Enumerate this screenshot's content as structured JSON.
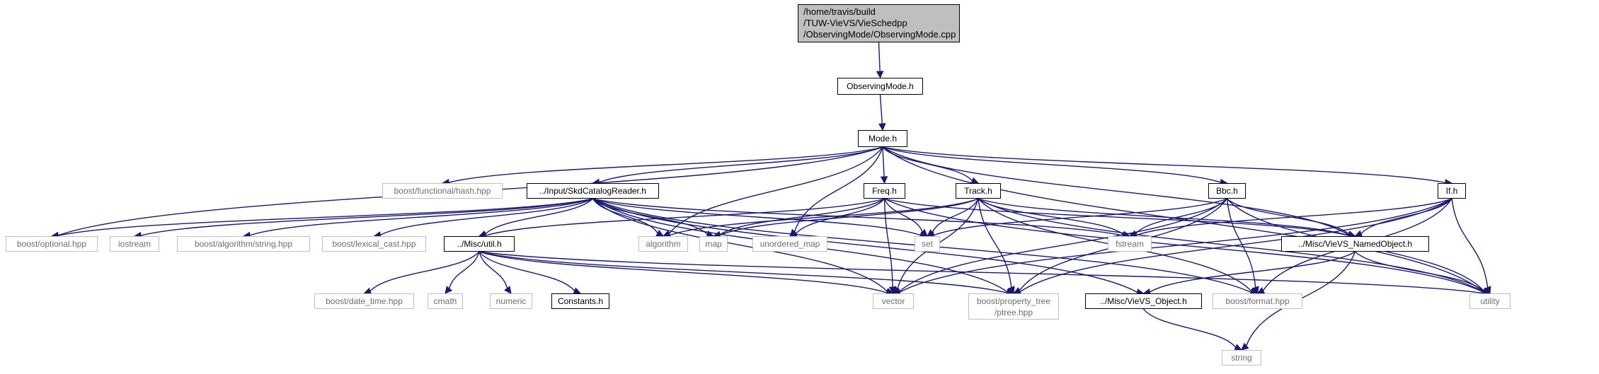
{
  "nodes": [
    {
      "id": "root",
      "label": "/home/travis/build\n/TUW-VieVS/VieSchedpp\n/ObservingMode/ObservingMode.cpp",
      "kind": "root"
    },
    {
      "id": "observingmode_h",
      "label": "ObservingMode.h",
      "kind": "doc"
    },
    {
      "id": "mode_h",
      "label": "Mode.h",
      "kind": "doc"
    },
    {
      "id": "boost_functional_hash",
      "label": "boost/functional/hash.hpp",
      "kind": "sys"
    },
    {
      "id": "skdcatalogreader_h",
      "label": "../Input/SkdCatalogReader.h",
      "kind": "doc"
    },
    {
      "id": "freq_h",
      "label": "Freq.h",
      "kind": "doc"
    },
    {
      "id": "track_h",
      "label": "Track.h",
      "kind": "doc"
    },
    {
      "id": "bbc_h",
      "label": "Bbc.h",
      "kind": "doc"
    },
    {
      "id": "if_h",
      "label": "If.h",
      "kind": "doc"
    },
    {
      "id": "boost_optional",
      "label": "boost/optional.hpp",
      "kind": "sys"
    },
    {
      "id": "iostream",
      "label": "iostream",
      "kind": "sys"
    },
    {
      "id": "boost_algorithm_string",
      "label": "boost/algorithm/string.hpp",
      "kind": "sys"
    },
    {
      "id": "boost_lexical_cast",
      "label": "boost/lexical_cast.hpp",
      "kind": "sys"
    },
    {
      "id": "misc_util_h",
      "label": "../Misc/util.h",
      "kind": "doc"
    },
    {
      "id": "algorithm",
      "label": "algorithm",
      "kind": "sys"
    },
    {
      "id": "map",
      "label": "map",
      "kind": "sys"
    },
    {
      "id": "unordered_map",
      "label": "unordered_map",
      "kind": "sys"
    },
    {
      "id": "set",
      "label": "set",
      "kind": "sys"
    },
    {
      "id": "fstream",
      "label": "fstream",
      "kind": "sys"
    },
    {
      "id": "vievs_namedobject_h",
      "label": "../Misc/VieVS_NamedObject.h",
      "kind": "doc"
    },
    {
      "id": "boost_date_time",
      "label": "boost/date_time.hpp",
      "kind": "sys"
    },
    {
      "id": "cmath",
      "label": "cmath",
      "kind": "sys"
    },
    {
      "id": "numeric",
      "label": "numeric",
      "kind": "sys"
    },
    {
      "id": "constants_h",
      "label": "Constants.h",
      "kind": "doc"
    },
    {
      "id": "vector",
      "label": "vector",
      "kind": "sys"
    },
    {
      "id": "boost_property_tree",
      "label": "boost/property_tree\n/ptree.hpp",
      "kind": "sys"
    },
    {
      "id": "vievs_object_h",
      "label": "../Misc/VieVS_Object.h",
      "kind": "doc"
    },
    {
      "id": "boost_format",
      "label": "boost/format.hpp",
      "kind": "sys"
    },
    {
      "id": "utility",
      "label": "utility",
      "kind": "sys"
    },
    {
      "id": "string",
      "label": "string",
      "kind": "sys"
    }
  ],
  "edges": [
    [
      "root",
      "observingmode_h"
    ],
    [
      "observingmode_h",
      "mode_h"
    ],
    [
      "mode_h",
      "boost_functional_hash"
    ],
    [
      "mode_h",
      "skdcatalogreader_h"
    ],
    [
      "mode_h",
      "freq_h"
    ],
    [
      "mode_h",
      "track_h"
    ],
    [
      "mode_h",
      "bbc_h"
    ],
    [
      "mode_h",
      "if_h"
    ],
    [
      "mode_h",
      "boost_optional"
    ],
    [
      "mode_h",
      "algorithm"
    ],
    [
      "mode_h",
      "unordered_map"
    ],
    [
      "mode_h",
      "vievs_namedobject_h"
    ],
    [
      "mode_h",
      "utility"
    ],
    [
      "skdcatalogreader_h",
      "boost_optional"
    ],
    [
      "skdcatalogreader_h",
      "iostream"
    ],
    [
      "skdcatalogreader_h",
      "boost_algorithm_string"
    ],
    [
      "skdcatalogreader_h",
      "boost_lexical_cast"
    ],
    [
      "skdcatalogreader_h",
      "misc_util_h"
    ],
    [
      "skdcatalogreader_h",
      "algorithm"
    ],
    [
      "skdcatalogreader_h",
      "map"
    ],
    [
      "skdcatalogreader_h",
      "set"
    ],
    [
      "skdcatalogreader_h",
      "fstream"
    ],
    [
      "skdcatalogreader_h",
      "vector"
    ],
    [
      "skdcatalogreader_h",
      "boost_property_tree"
    ],
    [
      "skdcatalogreader_h",
      "vievs_object_h"
    ],
    [
      "skdcatalogreader_h",
      "boost_format"
    ],
    [
      "freq_h",
      "misc_util_h"
    ],
    [
      "freq_h",
      "map"
    ],
    [
      "freq_h",
      "unordered_map"
    ],
    [
      "freq_h",
      "set"
    ],
    [
      "freq_h",
      "vector"
    ],
    [
      "freq_h",
      "vievs_namedobject_h"
    ],
    [
      "freq_h",
      "utility"
    ],
    [
      "track_h",
      "algorithm"
    ],
    [
      "track_h",
      "map"
    ],
    [
      "track_h",
      "set"
    ],
    [
      "track_h",
      "fstream"
    ],
    [
      "track_h",
      "vector"
    ],
    [
      "track_h",
      "boost_property_tree"
    ],
    [
      "track_h",
      "vievs_namedobject_h"
    ],
    [
      "track_h",
      "boost_format"
    ],
    [
      "track_h",
      "utility"
    ],
    [
      "bbc_h",
      "set"
    ],
    [
      "bbc_h",
      "fstream"
    ],
    [
      "bbc_h",
      "vector"
    ],
    [
      "bbc_h",
      "boost_property_tree"
    ],
    [
      "bbc_h",
      "vievs_namedobject_h"
    ],
    [
      "bbc_h",
      "boost_format"
    ],
    [
      "bbc_h",
      "utility"
    ],
    [
      "if_h",
      "fstream"
    ],
    [
      "if_h",
      "vector"
    ],
    [
      "if_h",
      "boost_property_tree"
    ],
    [
      "if_h",
      "vievs_namedobject_h"
    ],
    [
      "if_h",
      "boost_format"
    ],
    [
      "if_h",
      "utility"
    ],
    [
      "misc_util_h",
      "boost_date_time"
    ],
    [
      "misc_util_h",
      "cmath"
    ],
    [
      "misc_util_h",
      "numeric"
    ],
    [
      "misc_util_h",
      "constants_h"
    ],
    [
      "misc_util_h",
      "vector"
    ],
    [
      "misc_util_h",
      "boost_property_tree"
    ],
    [
      "misc_util_h",
      "utility"
    ],
    [
      "vievs_namedobject_h",
      "vievs_object_h"
    ],
    [
      "vievs_namedobject_h",
      "string"
    ],
    [
      "vievs_namedobject_h",
      "utility"
    ],
    [
      "vievs_object_h",
      "string"
    ]
  ],
  "colors": {
    "edge": "#191970",
    "root_fill": "#bfbfbf",
    "doc_border": "#000000",
    "sys_border": "#bfbfbf",
    "sys_text": "#6e6e6e"
  }
}
